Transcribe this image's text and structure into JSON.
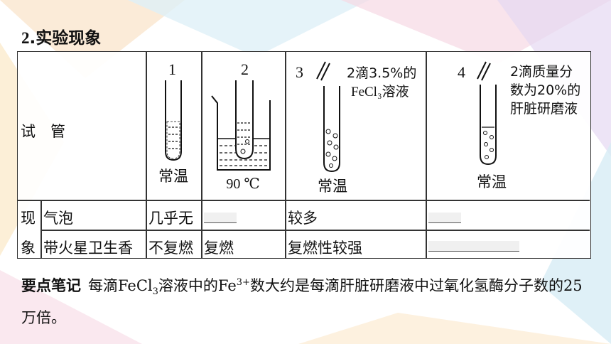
{
  "heading": {
    "num": "2",
    "text": ".实验现象"
  },
  "table": {
    "row_label_tube": "试　管",
    "tubes": [
      {
        "num": "1",
        "caption": "常温"
      },
      {
        "num": "2",
        "caption": "90 ℃"
      },
      {
        "num": "3",
        "label_line1": "2滴3.5%的",
        "label_line2": "FeCl₃溶液",
        "caption": "常温"
      },
      {
        "num": "4",
        "label_line1": "2滴质量分",
        "label_line2": "数为20%的",
        "label_line3": "肝脏研磨液",
        "caption": "常温"
      }
    ],
    "phenomenon_label_1": "现",
    "phenomenon_label_2": "象",
    "rows": [
      {
        "label": "气泡",
        "c1": "几乎无",
        "c3": "较多"
      },
      {
        "label": "带火星卫生香",
        "c1": "不复燃",
        "c2": "复燃",
        "c3": "复燃性较强"
      }
    ]
  },
  "note": {
    "title": "要点笔记",
    "text_a": "每滴FeCl",
    "sub": "3",
    "text_b": "溶液中的Fe",
    "sup": "3+",
    "text_c": "数大约是每滴肝脏研磨液中过氧化氢酶分子数的25万倍。"
  }
}
